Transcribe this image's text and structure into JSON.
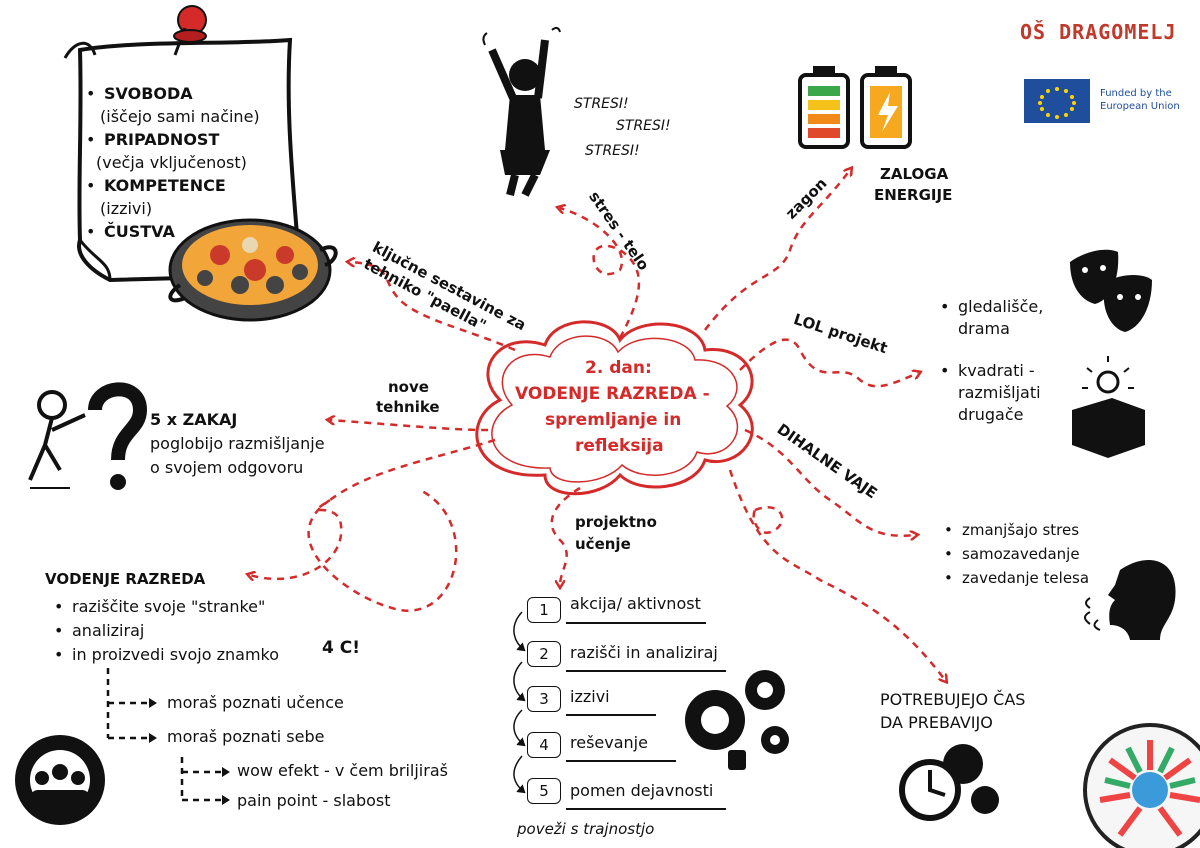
{
  "center": {
    "line1": "2. dan:",
    "line2": "VODENJE RAZREDA -",
    "line3": "spremljanje in",
    "line4": "refleksija"
  },
  "paella": {
    "items": [
      {
        "title": "SVOBODA",
        "desc": "(iščejo sami načine)"
      },
      {
        "title": "PRIPADNOST",
        "desc": "(večja vključenost)"
      },
      {
        "title": "KOMPETENCE",
        "desc": "(izzivi)"
      },
      {
        "title": "ČUSTVA",
        "desc": ""
      }
    ],
    "branch_label": "ključne sestavine za tehniko \"paella\""
  },
  "stress": {
    "words": [
      "STRESI!",
      "STRESI!",
      "STRESI!"
    ],
    "branch_label": "stres - telo"
  },
  "energy": {
    "branch_label": "zagon",
    "title_line1": "ZALOGA",
    "title_line2": "ENERGIJE"
  },
  "logos": {
    "school": "OŠ DRAGOMELJ",
    "eu_line1": "Funded by the",
    "eu_line2": "European Union"
  },
  "lol": {
    "branch_label": "LOL projekt",
    "items": [
      "gledališče, drama",
      "kvadrati - razmišljati drugače"
    ]
  },
  "breathing": {
    "branch_label": "DIHALNE VAJE",
    "items": [
      "zmanjšajo stres",
      "samozavedanje",
      "zavedanje telesa"
    ]
  },
  "digest": {
    "line1": "POTREBUJEJO ČAS",
    "line2": "DA PREBAVIJO"
  },
  "new_tech": {
    "branch_label_1": "nove",
    "branch_label_2": "tehnike",
    "title": "5 x ZAKAJ",
    "line1": "poglobijo razmišljanje",
    "line2": "o svojem odgovoru"
  },
  "classroom": {
    "title": "VODENJE RAZREDA",
    "items": [
      "raziščite svoje \"stranke\"",
      "analiziraj",
      "in proizvedi svojo znamko"
    ],
    "four_c": "4 C!",
    "sub1": "moraš poznati učence",
    "sub2": "moraš poznati sebe",
    "sub2a": "wow efekt - v čem briljiraš",
    "sub2b": "pain point - slabost"
  },
  "project": {
    "branch_label_1": "projektno",
    "branch_label_2": "učenje",
    "steps": [
      {
        "n": "1",
        "text": "akcija/ aktivnost"
      },
      {
        "n": "2",
        "text": "razišči in analiziraj"
      },
      {
        "n": "3",
        "text": "izzivi"
      },
      {
        "n": "4",
        "text": "reševanje"
      },
      {
        "n": "5",
        "text": "pomen dejavnosti"
      }
    ],
    "footer": "poveži s trajnostjo"
  },
  "colors": {
    "accent": "#d42a2a",
    "ink": "#111111",
    "eu_blue": "#1f4e9c",
    "eu_star": "#ffd500"
  }
}
